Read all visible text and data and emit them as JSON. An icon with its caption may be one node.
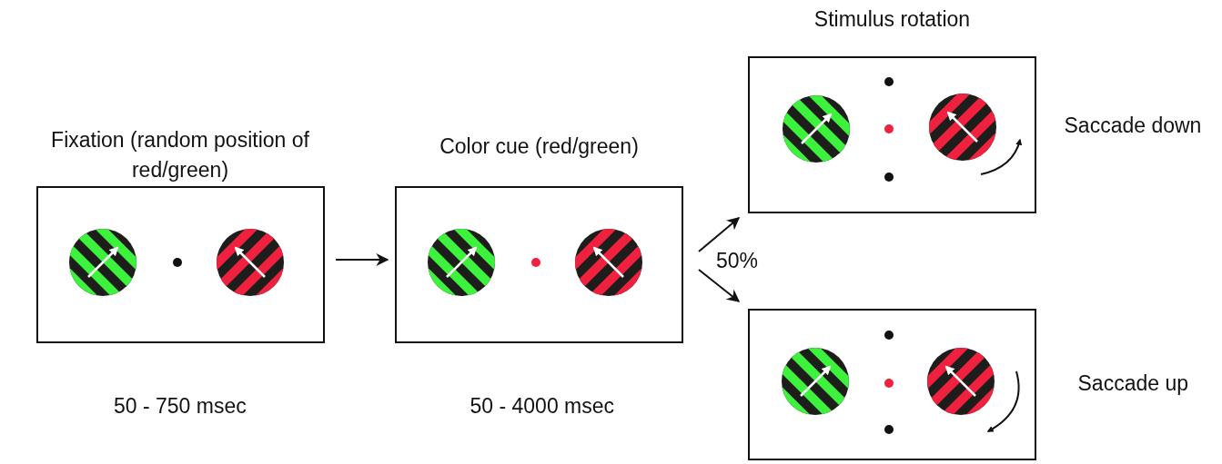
{
  "diagram": {
    "nodes": [
      {
        "text": [
          "Fixation (random position of red/green)"
        ],
        "beside": [
          "50 - 750 msec"
        ]
      },
      {
        "text": [
          "Color cue (red/green)"
        ],
        "beside": [
          "50 - 4000 msec"
        ]
      },
      {
        "text": [
          "Stimulus rotation"
        ],
        "beside": [
          "Saccade down"
        ]
      },
      {
        "text": [],
        "shape": "box",
        "beside": [
          "Saccade up"
        ]
      }
    ],
    "edges": [
      {
        "from": 0,
        "to": 1,
        "arrow": "to"
      },
      {
        "from": 1,
        "to": 2,
        "arrow": "to"
      },
      {
        "from": 1,
        "to": 3,
        "arrow": "to"
      }
    ],
    "labels": [
      "50%"
    ]
  }
}
